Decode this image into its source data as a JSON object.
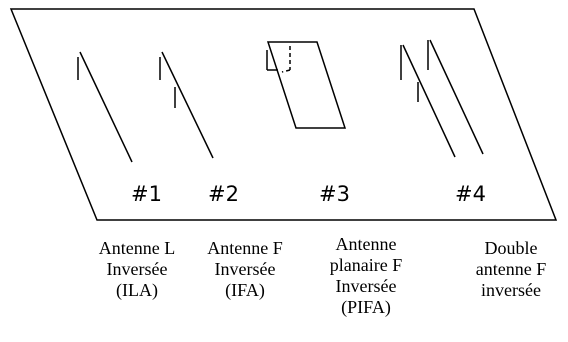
{
  "antennas": [
    {
      "number": "#1",
      "caption_lines": [
        "Antenne L",
        "Inversée",
        "(ILA)"
      ]
    },
    {
      "number": "#2",
      "caption_lines": [
        "Antenne F",
        "Inversée",
        "(IFA)"
      ]
    },
    {
      "number": "#3",
      "caption_lines": [
        "Antenne",
        "planaire F",
        "Inversée",
        "(PIFA)"
      ]
    },
    {
      "number": "#4",
      "caption_lines": [
        "Double",
        "antenne F",
        "inversée"
      ]
    }
  ],
  "colors": {
    "stroke": "#000000",
    "background": "#ffffff"
  }
}
